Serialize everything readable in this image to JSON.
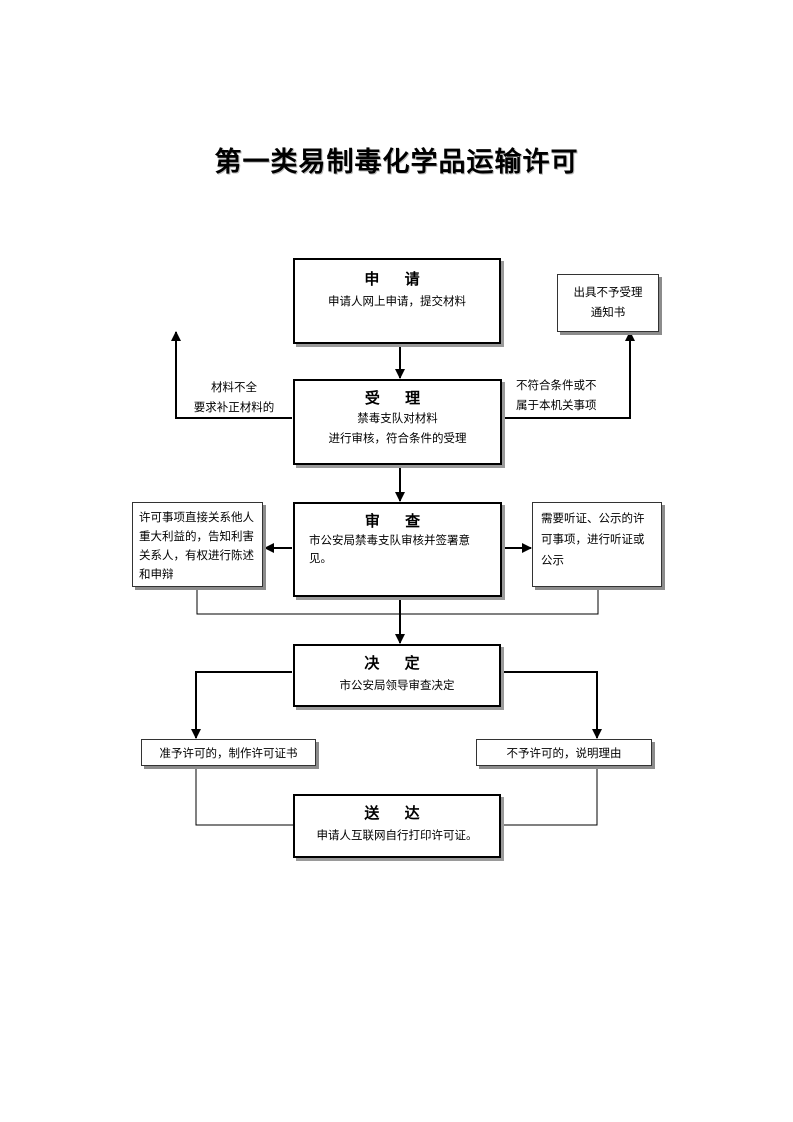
{
  "title": "第一类易制毒化学品运输许可",
  "nodes": {
    "apply": {
      "title": "申 请",
      "body": "申请人网上申请，提交材料"
    },
    "accept": {
      "title": "受 理",
      "body_line1": "禁毒支队对材料",
      "body_line2": "进行审核，符合条件的受理"
    },
    "review": {
      "title": "审 查",
      "body": "市公安局禁毒支队审核并签署意见。"
    },
    "decide": {
      "title": "决 定",
      "body": "市公安局领导审查决定"
    },
    "deliver": {
      "title": "送 达",
      "body": "申请人互联网自行打印许可证。"
    }
  },
  "side_boxes": {
    "not_accept": {
      "line1": "出具不予受理",
      "line2": "通知书"
    },
    "interest": {
      "text": "许可事项直接关系他人重大利益的，告知利害关系人，有权进行陈述和申辩"
    },
    "hearing": {
      "text": "需要听证、公示的许可事项，进行听证或公示"
    },
    "approve": {
      "text": "准予许可的，制作许可证书"
    },
    "reject": {
      "text": "不予许可的，说明理由"
    }
  },
  "edge_labels": {
    "incomplete_line1": "材料不全",
    "incomplete_line2": "要求补正材料的",
    "ineligible_line1": "不符合条件或不",
    "ineligible_line2": "属于本机关事项"
  }
}
